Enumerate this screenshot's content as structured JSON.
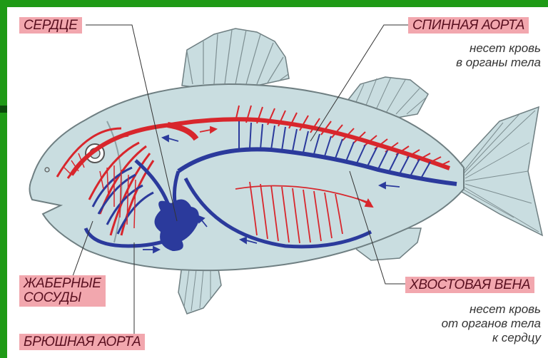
{
  "labels": {
    "heart": "СЕРДЦЕ",
    "dorsal_aorta": "СПИННАЯ АОРТА",
    "dorsal_aorta_note_1": "несет кровь",
    "dorsal_aorta_note_2": "в органы тела",
    "gill_vessels_1": "ЖАБЕРНЫЕ",
    "gill_vessels_2": "СОСУДЫ",
    "ventral_aorta": "БРЮШНАЯ АОРТА",
    "caudal_vein": "ХВОСТОВАЯ ВЕНА",
    "caudal_vein_note_1": "несет кровь",
    "caudal_vein_note_2": "от органов тела",
    "caudal_vein_note_3": "к сердцу"
  },
  "colors": {
    "background_border": "#1f9a16",
    "fish_body": "#c9dde0",
    "fish_outline": "#6f7f82",
    "artery": "#d8262c",
    "vein": "#2b3a9c",
    "label_bg": "#f2a7ae"
  }
}
